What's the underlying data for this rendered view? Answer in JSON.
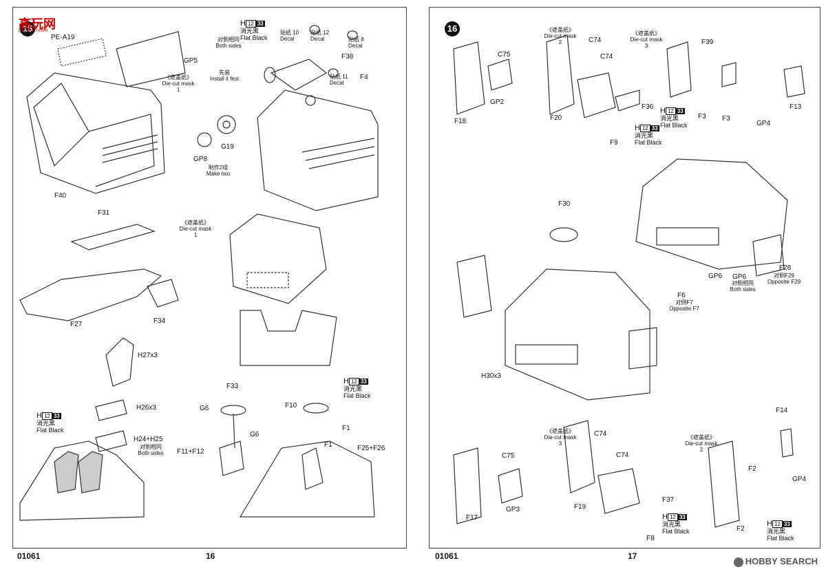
{
  "watermark": {
    "logo": "高玩网",
    "site": "gaoshan.com",
    "brand": "HOBBY SEARCH"
  },
  "left_page": {
    "step": "15",
    "code": "01061",
    "page_number": "16",
    "parts": {
      "pe_a19": "PE-A19",
      "gp5": "GP5",
      "f40": "F40",
      "gp8": "GP8",
      "g19": "G19",
      "f38": "F38",
      "f4": "F4",
      "f31": "F31",
      "f27": "F27",
      "f34": "F34",
      "h27": "H27x3",
      "h26": "H26x3",
      "h24": "H24+H25",
      "f33": "F33",
      "g6a": "G6",
      "g6b": "G6",
      "f11": "F11+F12",
      "f10": "F10",
      "f1a": "F1",
      "f1b": "F1",
      "f25": "F25+F26"
    },
    "notes": {
      "mask1_cn": "《遮盖纸》",
      "mask1_en": "Die-cut mask",
      "mask1_num": "1",
      "both_cn": "对侧相同",
      "both_en": "Both sides",
      "install_cn": "先装",
      "install_en": "Install it first",
      "make_cn": "制作2组",
      "make_en": "Make two",
      "decal10_cn": "贴纸",
      "decal10": "10",
      "decal10_en": "Decal",
      "decal12_cn": "贴纸",
      "decal12": "12",
      "decal12_en": "Decal",
      "decal8_cn": "贴纸",
      "decal8": "8",
      "decal8_en": "Decal",
      "decal11_cn": "贴纸",
      "decal11": "11",
      "decal11_en": "Decal",
      "mask2_cn": "《遮盖纸》",
      "mask2_en": "Die-cut mask",
      "mask2_num": "1",
      "h24_cn": "对侧相同",
      "h24_en": "Both sides"
    },
    "paints": [
      {
        "h": "H",
        "n": "12",
        "code": "33",
        "cn": "消光黑",
        "en": "Flat Black"
      },
      {
        "h": "H",
        "n": "12",
        "code": "33",
        "cn": "消光黑",
        "en": "Flat Black"
      },
      {
        "h": "H",
        "n": "12",
        "code": "33",
        "cn": "消光黑",
        "en": "Flat Black"
      }
    ]
  },
  "right_page": {
    "step": "16",
    "code": "01061",
    "page_number": "17",
    "parts": {
      "c75a": "C75",
      "gp2": "GP2",
      "f18": "F18",
      "c74a": "C74",
      "c74b": "C74",
      "f36": "F36",
      "f20": "F20",
      "f9": "F9",
      "f39": "F39",
      "f3a": "F3",
      "f3b": "F3",
      "f13": "F13",
      "gp4a": "GP4",
      "f30": "F30",
      "f28": "F28",
      "f29": "对侧F29",
      "f29_en": "Opposite F29",
      "gp6a": "GP6",
      "gp6b": "GP6",
      "gp6_cn": "对侧相同",
      "gp6_en": "Both sides",
      "f6": "F6",
      "f7": "对侧F7",
      "f7_en": "Opposite F7",
      "h30": "H30x3",
      "c75b": "C75",
      "gp3": "GP3",
      "f17": "F17",
      "c74c": "C74",
      "c74d": "C74",
      "f19": "F19",
      "f37": "F37",
      "f8": "F8",
      "f14": "F14",
      "gp4b": "GP4",
      "f2a": "F2",
      "f2b": "F2"
    },
    "notes": {
      "mask_a_cn": "《遮盖纸》",
      "mask_a_en": "Die-cut mask",
      "mask_a_num": "2",
      "mask_b_cn": "《遮盖纸》",
      "mask_b_en": "Die-cut mask",
      "mask_b_num": "3",
      "mask_c_cn": "《遮盖纸》",
      "mask_c_en": "Die-cut mask",
      "mask_c_num": "3",
      "mask_d_cn": "《遮盖纸》",
      "mask_d_en": "Die-cut mask",
      "mask_d_num": "2"
    },
    "paints": [
      {
        "h": "H",
        "n": "12",
        "code": "33",
        "cn": "消光黑",
        "en": "Flat Black"
      },
      {
        "h": "H",
        "n": "12",
        "code": "33",
        "cn": "消光黑",
        "en": "Flat Black"
      },
      {
        "h": "H",
        "n": "12",
        "code": "33",
        "cn": "消光黑",
        "en": "Flat Black"
      },
      {
        "h": "H",
        "n": "12",
        "code": "33",
        "cn": "消光黑",
        "en": "Flat Black"
      }
    ]
  }
}
